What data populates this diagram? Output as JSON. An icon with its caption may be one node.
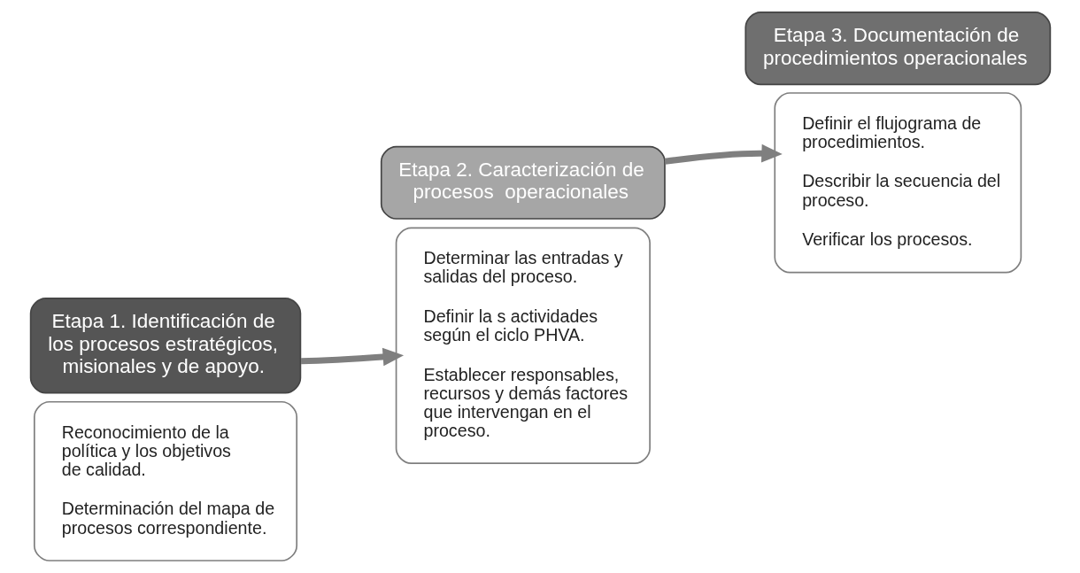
{
  "diagram": {
    "nodes": [
      {
        "text": [
          "Reconocimiento de la política y los objetivos de calidad.",
          "Determinación del mapa de procesos correspondiente."
        ]
      },
      {
        "text": [
          "Etapa 1. Identificación de los procesos estratégicos, misionales y de apoyo."
        ]
      },
      {
        "text": [
          "Etapa 2. Caracterización de procesos  operacionales"
        ]
      },
      {
        "text": [
          "Determinar las entradas y salidas del proceso.",
          "Definir la s actividades según el ciclo PHVA.",
          "Establecer responsables, recursos y demás factores que intervengan en el proceso."
        ]
      },
      {
        "text": [
          "Definir el flujograma de procedimientos.",
          "Describir la secuencia del proceso.",
          "Verificar los procesos."
        ]
      },
      {
        "text": [
          "Etapa 3. Documentación de procedimientos operacionales"
        ]
      }
    ],
    "edges": [
      {
        "from": 1,
        "to": 3,
        "arrow": "to"
      },
      {
        "from": 2,
        "to": 4,
        "arrow": "to"
      }
    ]
  }
}
